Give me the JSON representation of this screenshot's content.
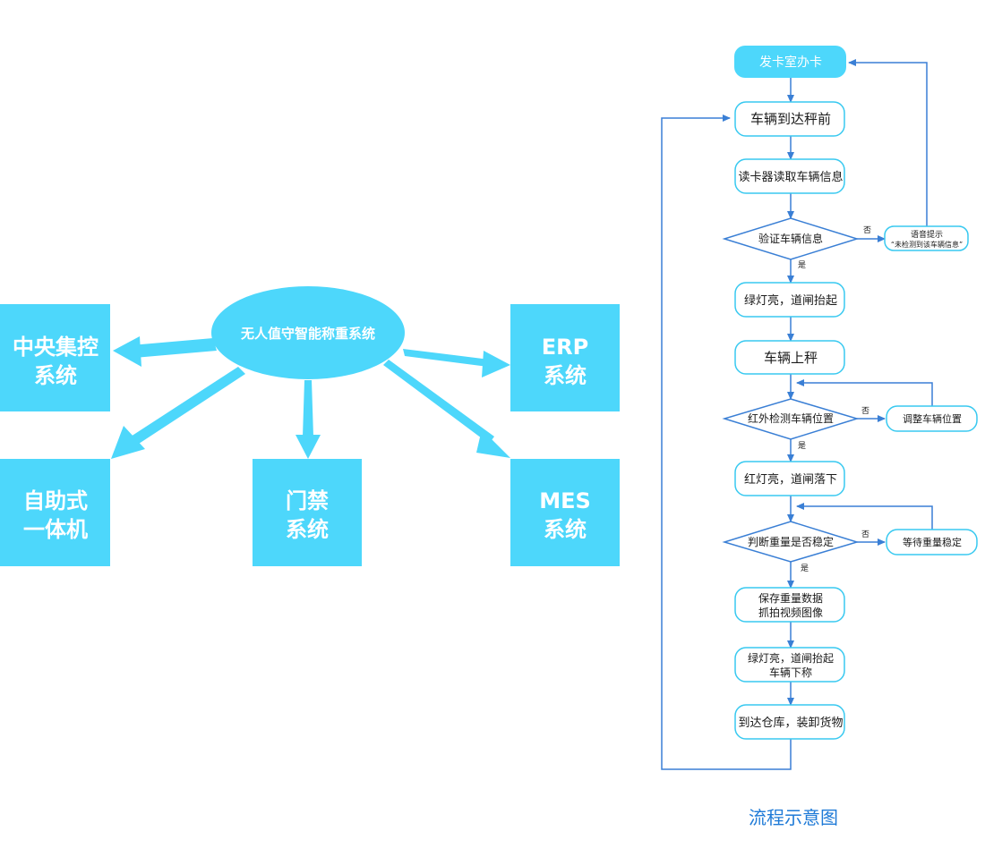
{
  "system_diagram": {
    "center": "无人值守智能称重系统",
    "boxes": {
      "central_control": [
        "中央集控",
        "系统"
      ],
      "erp": [
        "ERP",
        "系统"
      ],
      "self_service": [
        "自助式",
        "一体机"
      ],
      "access_control": [
        "门禁",
        "系统"
      ],
      "mes": [
        "MES",
        "系统"
      ]
    }
  },
  "flowchart": {
    "start": "发卡室办卡",
    "step_arrive": "车辆到达秤前",
    "step_read": "读卡器读取车辆信息",
    "decision_verify": "验证车辆信息",
    "voice_prompt": [
      "语音提示",
      "“未检测到该车辆信息”"
    ],
    "step_green_up": "绿灯亮，道闸抬起",
    "step_on_scale": "车辆上秤",
    "decision_infrared": "红外检测车辆位置",
    "adjust_position": "调整车辆位置",
    "step_red_down": "红灯亮，道闸落下",
    "decision_stable": "判断重量是否稳定",
    "wait_stable": "等待重量稳定",
    "step_save": [
      "保存重量数据",
      "抓拍视频图像"
    ],
    "step_green_leave": [
      "绿灯亮，道闸抬起",
      "车辆下称"
    ],
    "step_warehouse": "到达仓库，装卸货物",
    "label_yes": "是",
    "label_no": "否",
    "caption": "流程示意图"
  },
  "colors": {
    "accent": "#4dd7fb",
    "box_outline": "#38c9f0",
    "line": "#3a7fd5",
    "caption": "#1e7ad7"
  }
}
